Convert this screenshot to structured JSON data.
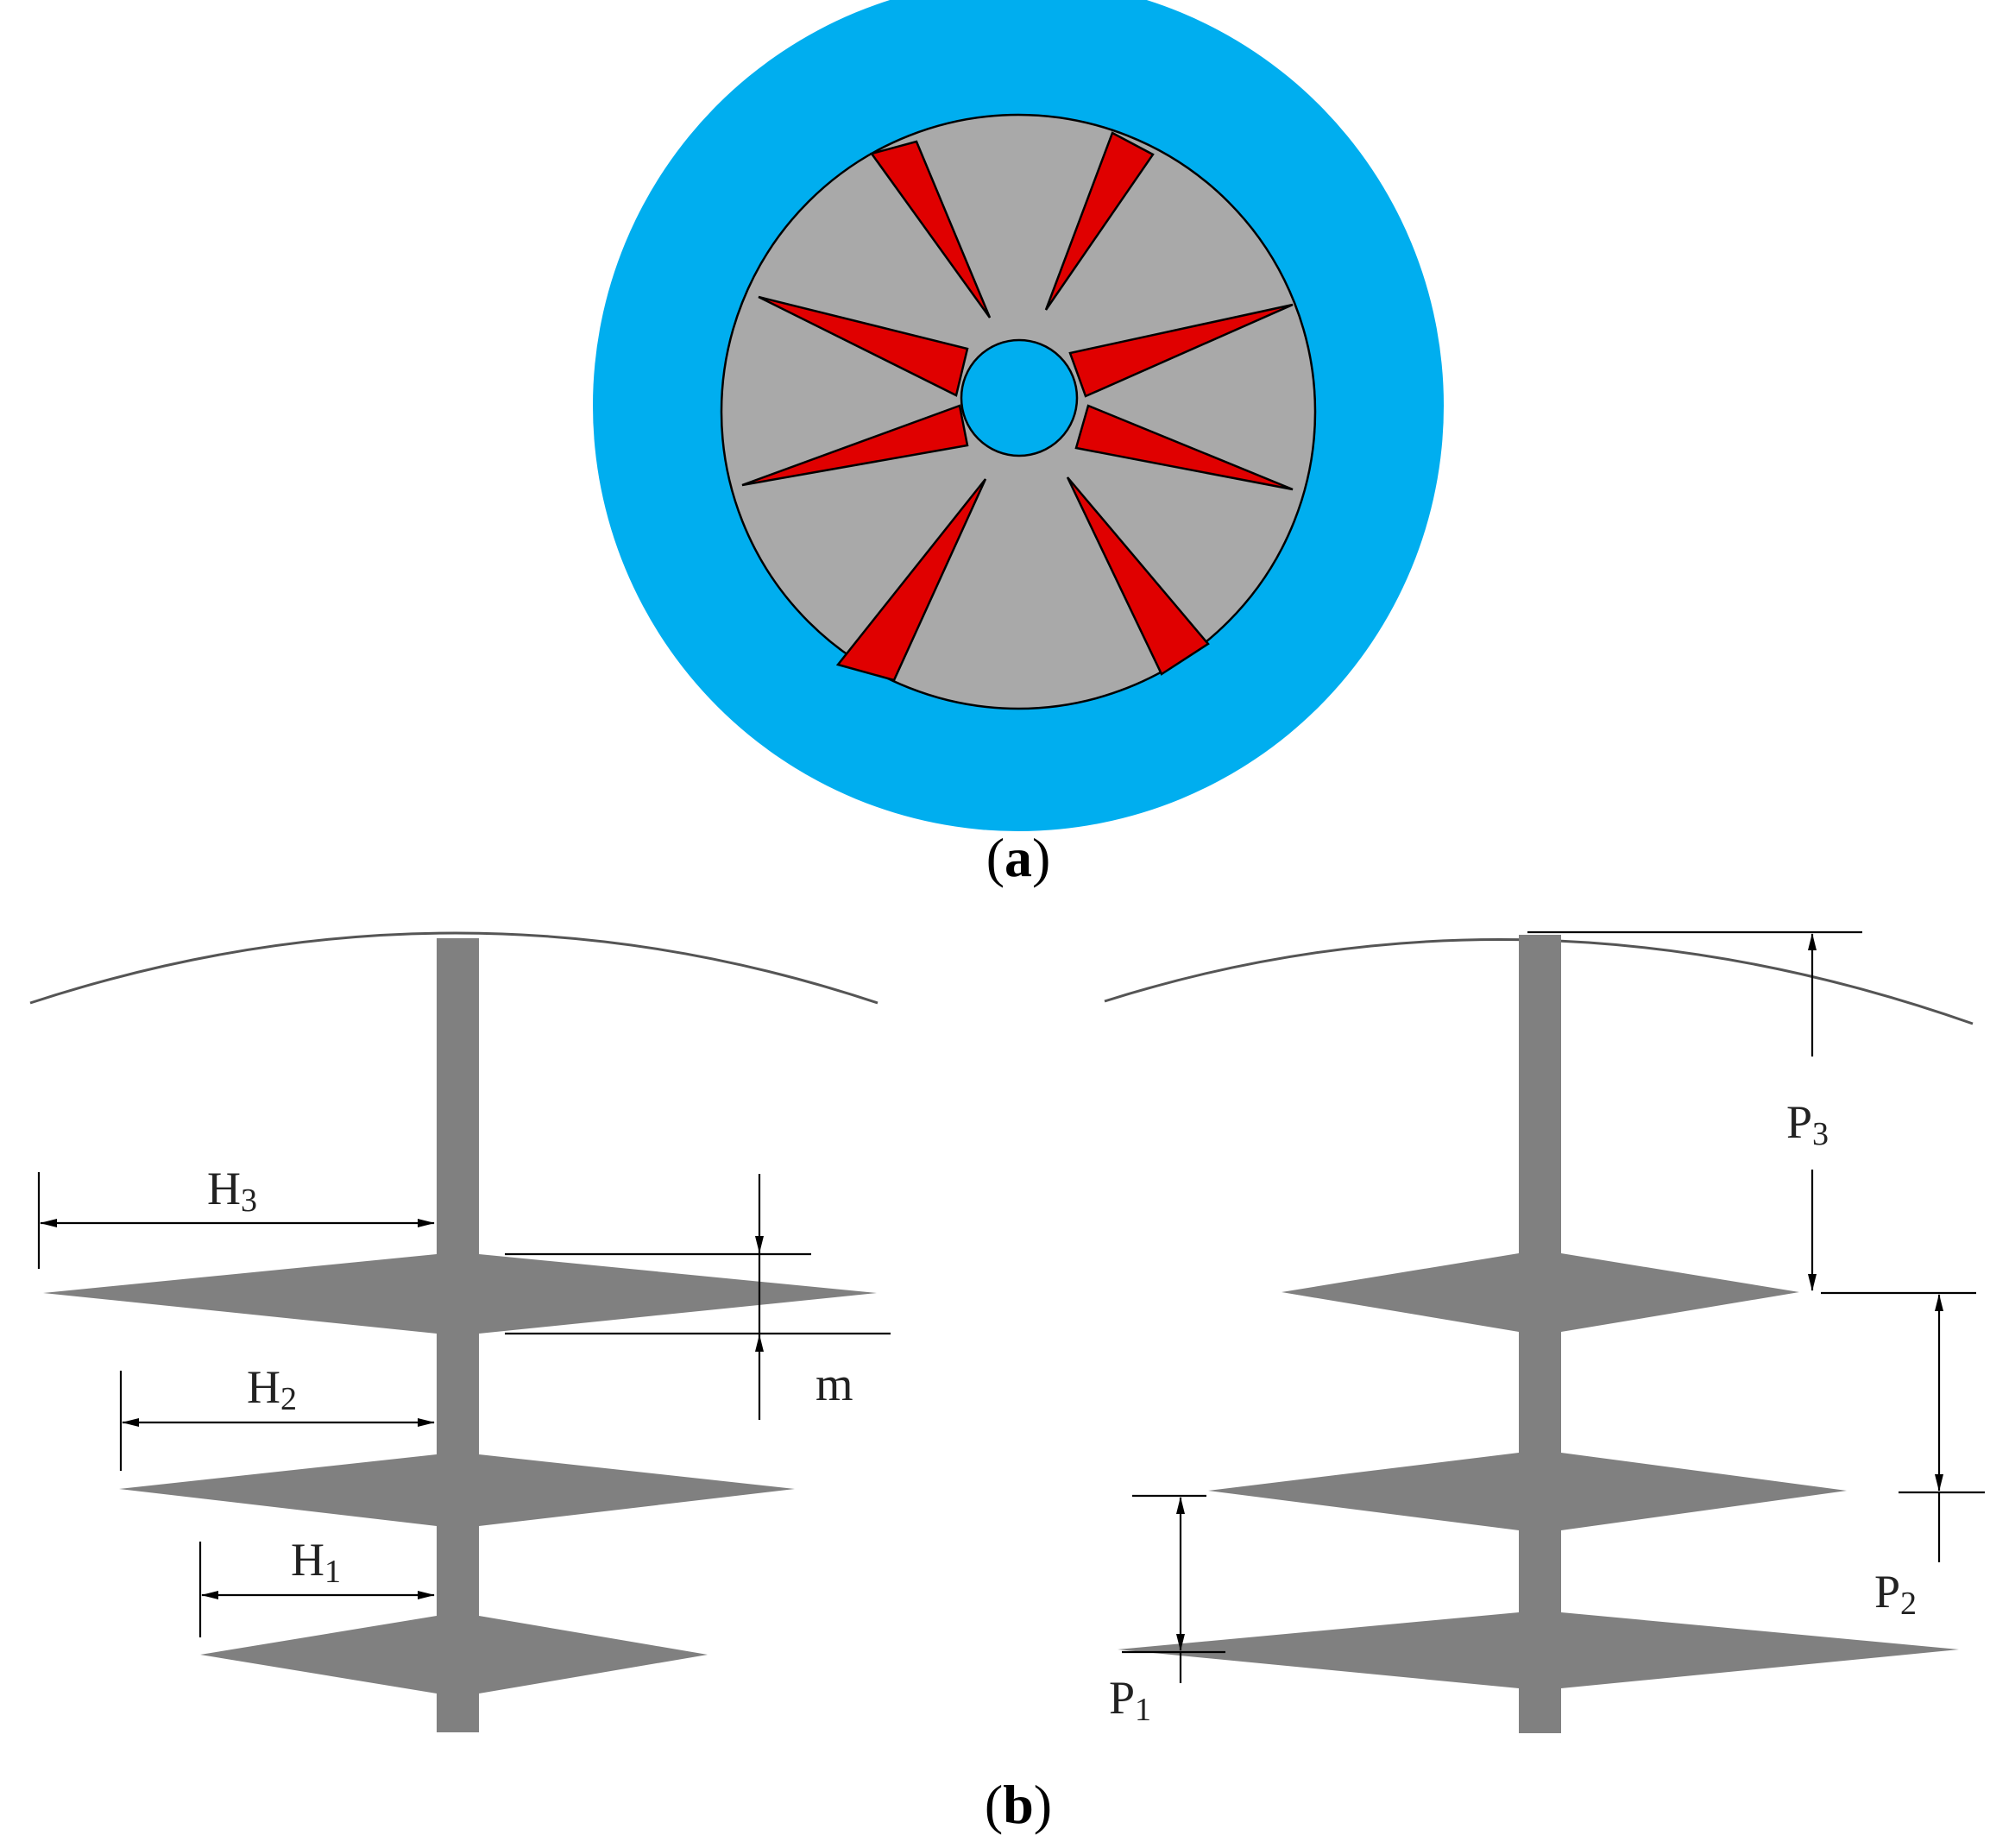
{
  "figure": {
    "panel_a_caption": {
      "open": "(",
      "letter": "a",
      "close": ")"
    },
    "panel_b_caption": {
      "open": "(",
      "letter": "b",
      "close": ")"
    },
    "colors": {
      "outer_ring": "#00aeef",
      "disk": "#a9a9a9",
      "slots": "#e00000",
      "hub": "#00aeef",
      "blade": "#808080"
    }
  },
  "panel_b_left": {
    "labels": {
      "h3": {
        "main": "H",
        "sub": "3"
      },
      "h2": {
        "main": "H",
        "sub": "2"
      },
      "h1": {
        "main": "H",
        "sub": "1"
      },
      "m": "m"
    }
  },
  "panel_b_right": {
    "labels": {
      "p3": {
        "main": "P",
        "sub": "3"
      },
      "p2": {
        "main": "P",
        "sub": "2"
      },
      "p1": {
        "main": "P",
        "sub": "1"
      }
    }
  }
}
